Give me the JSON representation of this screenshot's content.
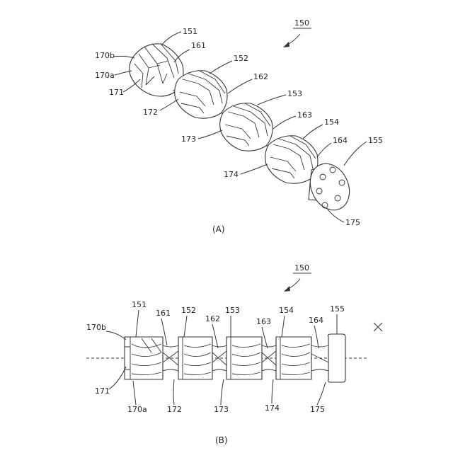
{
  "figure_a": {
    "caption": "(A)",
    "ref_main": "150",
    "labels": {
      "l151": "151",
      "l161": "161",
      "l170b": "170b",
      "l170a": "170a",
      "l171": "171",
      "l152": "152",
      "l162": "162",
      "l172": "172",
      "l153": "153",
      "l163": "163",
      "l173": "173",
      "l154": "154",
      "l164": "164",
      "l174": "174",
      "l155": "155",
      "l175": "175"
    }
  },
  "figure_b": {
    "caption": "(B)",
    "ref_main": "150",
    "axis_label": "X",
    "labels": {
      "l170b": "170b",
      "l151": "151",
      "l161": "161",
      "l152": "152",
      "l162": "162",
      "l153": "153",
      "l163": "163",
      "l154": "154",
      "l164": "164",
      "l155": "155",
      "l171": "171",
      "l170a": "170a",
      "l172": "172",
      "l173": "173",
      "l174": "174",
      "l175": "175"
    }
  }
}
